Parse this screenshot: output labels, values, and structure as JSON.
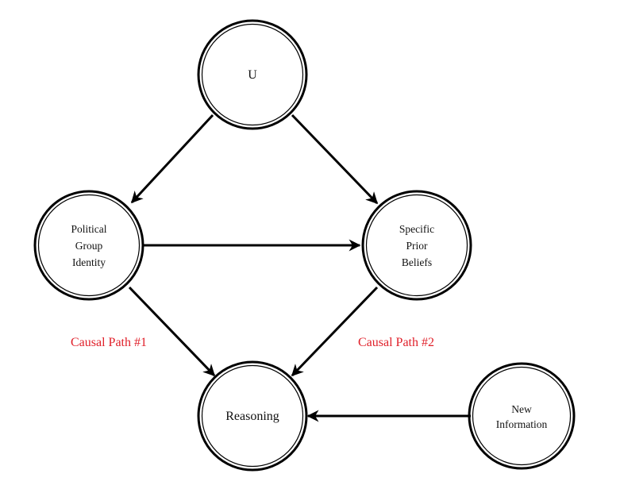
{
  "diagram": {
    "nodes": {
      "u": {
        "lines": [
          "U"
        ]
      },
      "political_group_identity": {
        "lines": [
          "Political",
          "Group",
          "Identity"
        ]
      },
      "specific_prior_beliefs": {
        "lines": [
          "Specific",
          "Prior",
          "Beliefs"
        ]
      },
      "reasoning": {
        "lines": [
          "Reasoning"
        ]
      },
      "new_information": {
        "lines": [
          "New",
          "Information"
        ]
      }
    },
    "edges": [
      {
        "from": "u",
        "to": "political_group_identity"
      },
      {
        "from": "u",
        "to": "specific_prior_beliefs"
      },
      {
        "from": "political_group_identity",
        "to": "specific_prior_beliefs"
      },
      {
        "from": "political_group_identity",
        "to": "reasoning"
      },
      {
        "from": "specific_prior_beliefs",
        "to": "reasoning"
      },
      {
        "from": "new_information",
        "to": "reasoning"
      }
    ],
    "path_labels": {
      "path1": "Causal Path #1",
      "path2": "Causal Path #2"
    },
    "colors": {
      "path_label": "#e0202a",
      "stroke": "#000000"
    }
  }
}
